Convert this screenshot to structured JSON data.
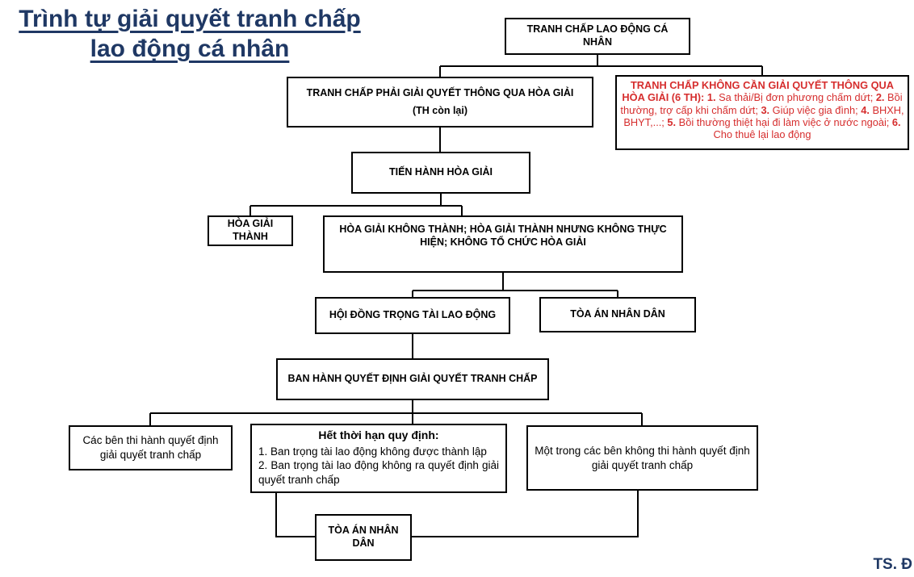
{
  "page": {
    "title_line1": "Trình tự giải quyết tranh chấp",
    "title_line2": "lao động cá nhân",
    "footer": "TS. Đ"
  },
  "colors": {
    "title_navy": "#1f3864",
    "alert_red": "#d62e2e",
    "box_border": "#000000",
    "box_fill": "#ffffff"
  },
  "flow": {
    "dispute": {
      "label": "TRANH CHẤP LAO ĐỘNG CÁ NHÂN"
    },
    "mediation_required": {
      "label": "TRANH CHẤP PHẢI GIẢI QUYẾT THÔNG QUA HÒA GIẢI",
      "sublabel": "(TH còn lại)"
    },
    "no_mediation": {
      "segments": [
        {
          "bold": true,
          "text": "TRANH CHẤP KHÔNG CẦN GIẢI QUYẾT THÔNG QUA HÒA GIẢI (6 TH): "
        },
        {
          "bold": true,
          "text": "1."
        },
        {
          "bold": false,
          "text": " Sa thải/Bị đơn phương chấm dứt; "
        },
        {
          "bold": true,
          "text": "2."
        },
        {
          "bold": false,
          "text": " Bồi thường, trợ cấp khi chấm dứt; "
        },
        {
          "bold": true,
          "text": "3."
        },
        {
          "bold": false,
          "text": " Giúp việc gia đình; "
        },
        {
          "bold": true,
          "text": "4."
        },
        {
          "bold": false,
          "text": " BHXH, BHYT,...; "
        },
        {
          "bold": true,
          "text": "5."
        },
        {
          "bold": false,
          "text": " Bồi thường thiệt hại đi làm việc ở nước ngoài; "
        },
        {
          "bold": true,
          "text": "6."
        },
        {
          "bold": false,
          "text": " Cho thuê lại lao động"
        }
      ]
    },
    "conduct_mediation": {
      "label": "TIẾN HÀNH HÒA GIẢI"
    },
    "mediation_success": {
      "label": "HÒA GIẢI THÀNH"
    },
    "mediation_fail": {
      "label": "HÒA GIẢI KHÔNG THÀNH; HÒA GIẢI THÀNH NHƯNG KHÔNG THỰC HIỆN; KHÔNG TỔ CHỨC HÒA GIẢI"
    },
    "arbitration_council": {
      "label": "HỘI ĐỒNG TRỌNG TÀI LAO ĐỘNG"
    },
    "people_court_upper": {
      "label": "TÒA ÁN NHÂN DÂN"
    },
    "issue_decision": {
      "label": "BAN HÀNH QUYẾT ĐỊNH GIẢI QUYẾT TRANH CHẤP"
    },
    "parties_comply": {
      "label": "Các bên thi hành quyết định giải quyết tranh chấp"
    },
    "deadline_expired": {
      "title": "Hết thời hạn quy định:",
      "items": [
        "1. Ban trọng tài lao động không được thành lập",
        "2. Ban trọng tài lao động không ra quyết định giải quyết tranh chấp"
      ]
    },
    "party_noncompliance": {
      "label": "Một trong các bên không thi hành quyết định giải quyết tranh chấp"
    },
    "people_court_lower": {
      "label": "TÒA ÁN NHÂN DÂN"
    }
  }
}
